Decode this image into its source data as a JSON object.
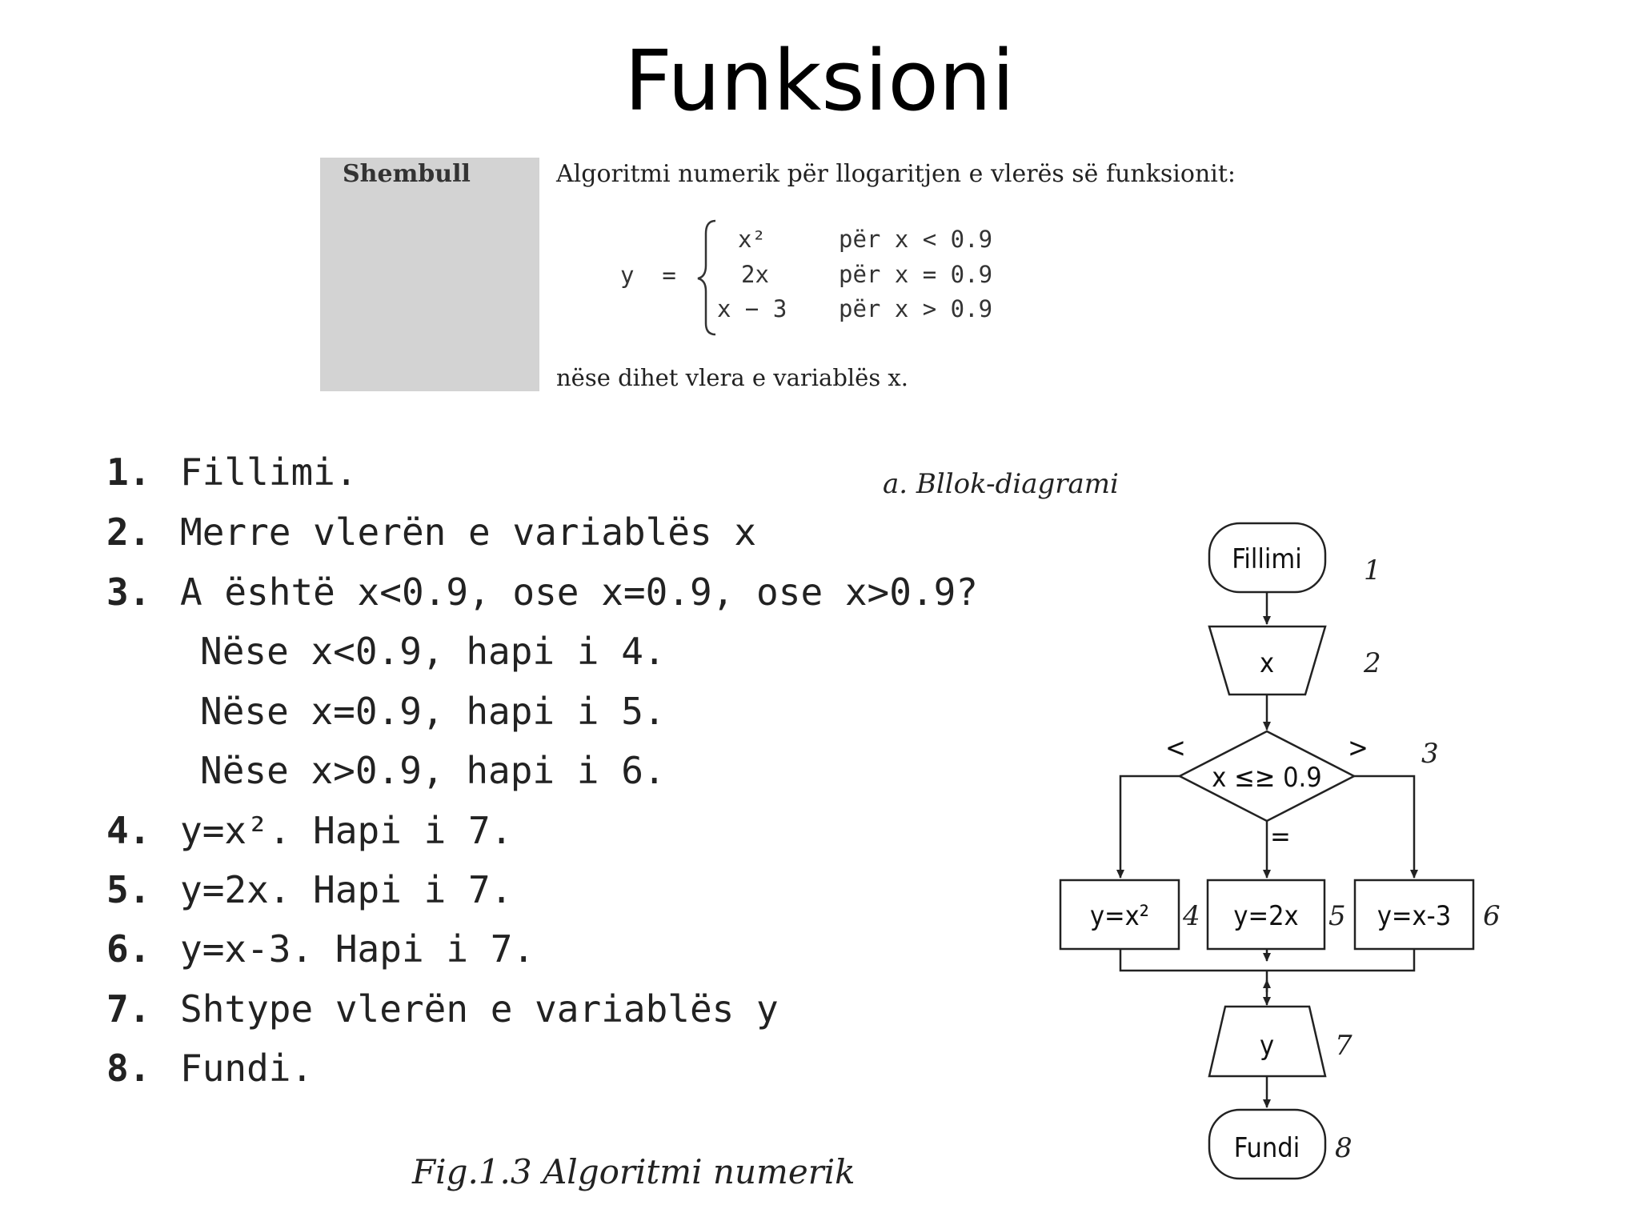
{
  "title": "Funksioni",
  "example": {
    "label": "Shembull",
    "intro": "Algoritmi numerik për llogaritjen e vlerës së funksionit:",
    "formula": {
      "lhs": "y  =",
      "cases": [
        {
          "expr": "x²",
          "cond": "për x < 0.9"
        },
        {
          "expr": "2x",
          "cond": "për x = 0.9"
        },
        {
          "expr": "x − 3",
          "cond": "për x > 0.9"
        }
      ]
    },
    "note": "nëse dihet vlera e variablës x."
  },
  "steps": [
    {
      "num": "1.",
      "text": "Fillimi."
    },
    {
      "num": "2.",
      "text": "Merre vlerën e variablës x"
    },
    {
      "num": "3.",
      "text": "A është x<0.9, ose x=0.9, ose x>0.9?"
    },
    {
      "num": "",
      "text": "Nëse x<0.9, hapi i 4."
    },
    {
      "num": "",
      "text": "Nëse x=0.9, hapi i 5."
    },
    {
      "num": "",
      "text": "Nëse x>0.9, hapi i 6."
    },
    {
      "num": "4.",
      "text": "y=x². Hapi i 7."
    },
    {
      "num": "5.",
      "text": "y=2x. Hapi i 7."
    },
    {
      "num": "6.",
      "text": "y=x-3. Hapi i 7."
    },
    {
      "num": "7.",
      "text": "Shtype vlerën e variablës y"
    },
    {
      "num": "8.",
      "text": "Fundi."
    }
  ],
  "caption": "Fig.1.3  Algoritmi numerik",
  "diagram": {
    "title": "a.  Bllok-diagrami",
    "start": "Fillimi",
    "input": "x",
    "decision": "x ≤≥ 0.9",
    "branch_less": "<",
    "branch_equal": "=",
    "branch_greater": ">",
    "box_left": "y=x²",
    "box_mid": "y=2x",
    "box_right": "y=x-3",
    "output": "y",
    "end": "Fundi",
    "numbers": [
      "1",
      "2",
      "3",
      "4",
      "5",
      "6",
      "7",
      "8"
    ]
  }
}
